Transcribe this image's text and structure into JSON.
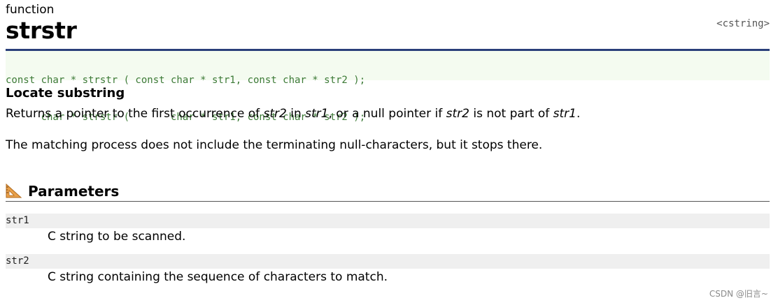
{
  "header": {
    "kind": "function",
    "title": "strstr",
    "library": "<cstring>"
  },
  "prototype": {
    "line1": "const char * strstr ( const char * str1, const char * str2 );",
    "line2": "      char * strstr (       char * str1, const char * str2 );"
  },
  "description": {
    "subtitle": "Locate substring",
    "para1": {
      "t1": "Returns a pointer to the first occurrence of ",
      "v1": "str2",
      "t2": " in ",
      "v2": "str1",
      "t3": ", or a null pointer if ",
      "v3": "str2",
      "t4": " is not part of ",
      "v4": "str1",
      "t5": "."
    },
    "para2": "The matching process does not include the terminating null-characters, but it stops there."
  },
  "parameters": {
    "title": "Parameters",
    "icon": "ruler-triangle-icon",
    "items": [
      {
        "name": "str1",
        "desc": "C string to be scanned."
      },
      {
        "name": "str2",
        "desc": "C string containing the sequence of characters to match."
      }
    ]
  },
  "watermark": "CSDN @旧言~",
  "colors": {
    "header_rule": "#2a3f7a",
    "prototype_bg": "#f4fbf0",
    "prototype_text": "#3c7a36",
    "param_bg": "#efefef"
  }
}
